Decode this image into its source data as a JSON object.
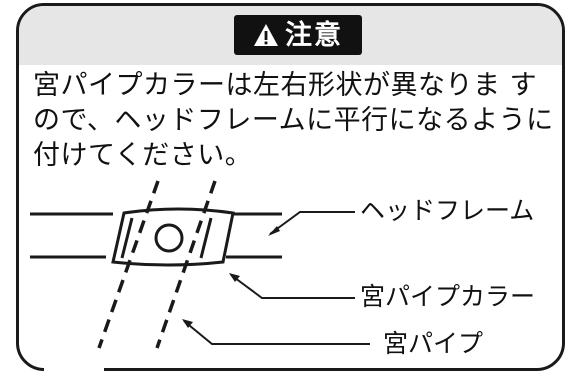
{
  "caution": {
    "badge_text": "注意",
    "icon": "warning-triangle-icon"
  },
  "body": {
    "line1": "宮パイプカラーは左右形状が異なりま す",
    "line2": "ので、ヘッドフレームに平行になるように",
    "line3": "付けてください。"
  },
  "labels": {
    "head_frame": "ヘッドフレーム",
    "pipe_collar": "宮パイプカラー",
    "pipe": "宮パイプ"
  }
}
